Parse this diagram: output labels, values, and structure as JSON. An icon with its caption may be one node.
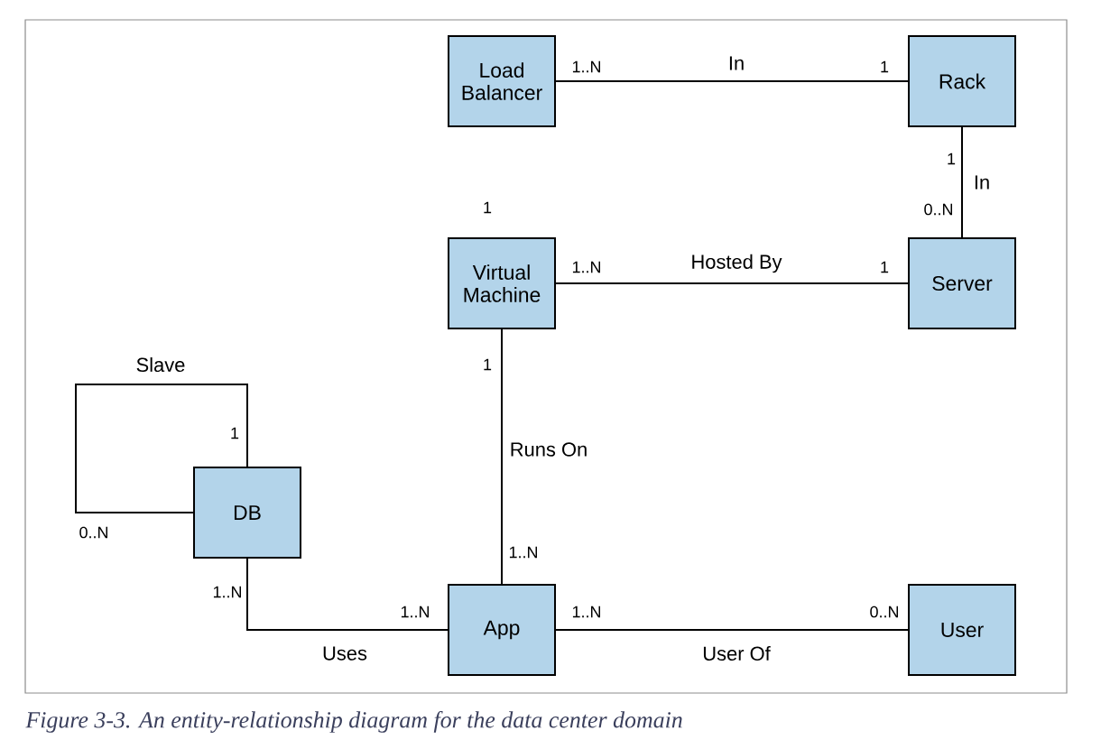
{
  "diagram": {
    "caption": "Figure 3-3. An entity-relationship diagram for the data center domain",
    "nodes": [
      {
        "text": [
          "Load Balancer"
        ]
      },
      {
        "text": [
          "Rack"
        ]
      },
      {
        "text": [
          "Virtual Machine"
        ]
      },
      {
        "text": [
          "Server"
        ]
      },
      {
        "text": [
          "DB"
        ]
      },
      {
        "text": [
          "App"
        ]
      },
      {
        "text": [
          "User"
        ]
      }
    ],
    "edges": [
      {
        "from": 0,
        "to": 1,
        "arrow": "none",
        "label": "In"
      },
      {
        "from": 1,
        "to": 3,
        "arrow": "none",
        "label": "In"
      },
      {
        "from": 2,
        "to": 3,
        "arrow": "none",
        "label": "Hosted By"
      },
      {
        "from": 2,
        "to": 5,
        "arrow": "none",
        "label": "Runs On"
      },
      {
        "from": 4,
        "to": 4,
        "arrow": "none",
        "label": "Slave"
      },
      {
        "from": 4,
        "to": 5,
        "arrow": "none",
        "label": "Uses"
      },
      {
        "from": 5,
        "to": 6,
        "arrow": "none",
        "label": "User Of"
      }
    ],
    "labels": [
      "1..N",
      "1",
      "1",
      "1",
      "0..N",
      "1..N",
      "1",
      "1",
      "1",
      "0..N",
      "1..N",
      "1..N",
      "1..N",
      "1..N",
      "0..N"
    ]
  }
}
